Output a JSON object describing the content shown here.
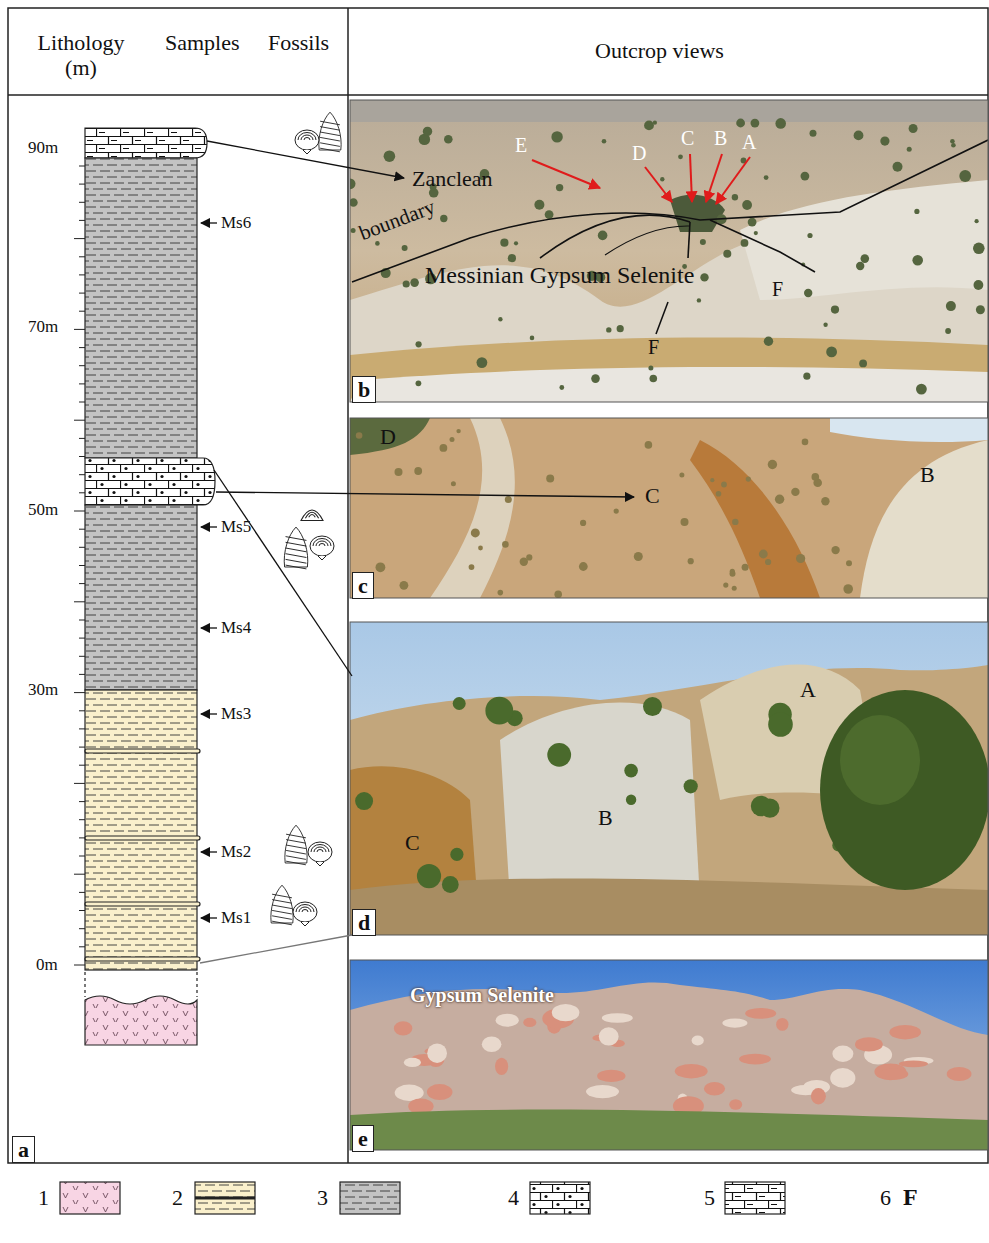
{
  "diagram": {
    "labels": [
      "Lithology (m)",
      "Samples",
      "Fossils",
      "Outcrop views",
      "90m",
      "70m",
      "50m",
      "30m",
      "0m",
      "Ms6",
      "Ms5",
      "Ms4",
      "Ms3",
      "Ms2",
      "Ms1",
      "a",
      "Zanclean",
      "boundary",
      "Messinian Gypsum Selenite",
      "E",
      "D",
      "C",
      "B",
      "A",
      "F",
      "F",
      "b",
      "D",
      "C",
      "B",
      "c",
      "C",
      "B",
      "A",
      "d",
      "Gypsum Selenite",
      "e",
      "F"
    ],
    "legend": [
      {
        "text": "1"
      },
      {
        "text": "2"
      },
      {
        "text": "3"
      },
      {
        "text": "4"
      },
      {
        "text": "5"
      },
      {
        "text": "6"
      }
    ]
  }
}
